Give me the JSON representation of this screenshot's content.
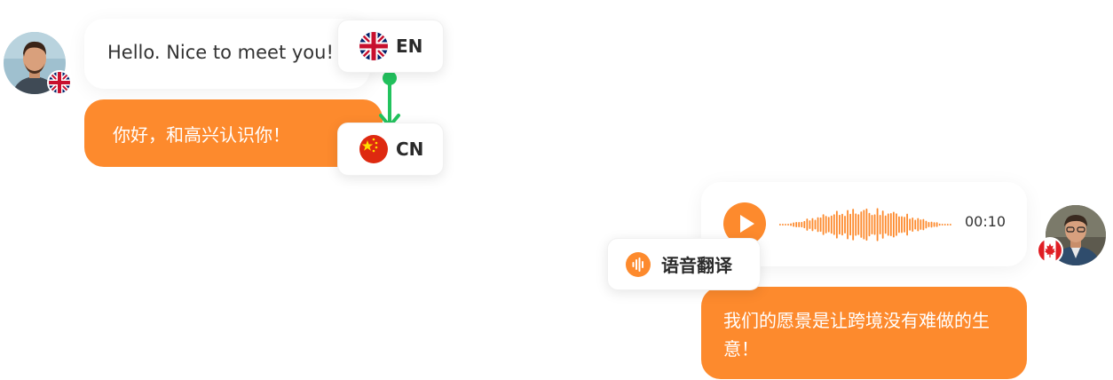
{
  "colors": {
    "accent": "#fd8a2d",
    "connector": "#22c35e",
    "text_dark": "#333333"
  },
  "chat1": {
    "message_en": "Hello. Nice to meet you!",
    "message_cn": "你好，和高兴认识你！",
    "source_lang": {
      "code": "EN",
      "flag": "uk-flag-icon"
    },
    "target_lang": {
      "code": "CN",
      "flag": "china-flag-icon"
    }
  },
  "chat2": {
    "voice_duration": "00:10",
    "translate_label": "语音翻译",
    "translated_text": "我们的愿景是让跨境没有难做的生意！",
    "avatar_flag": "canada-flag-icon"
  }
}
